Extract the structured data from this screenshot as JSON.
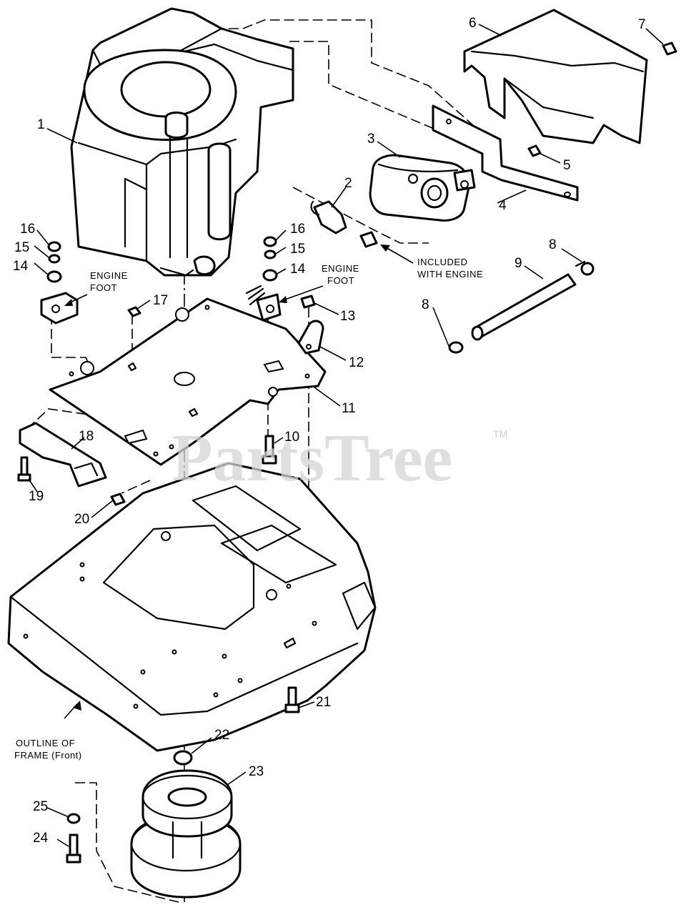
{
  "callouts": [
    {
      "id": "1",
      "label": "1"
    },
    {
      "id": "2",
      "label": "2"
    },
    {
      "id": "3",
      "label": "3"
    },
    {
      "id": "4",
      "label": "4"
    },
    {
      "id": "5",
      "label": "5"
    },
    {
      "id": "6",
      "label": "6"
    },
    {
      "id": "7",
      "label": "7"
    },
    {
      "id": "8a",
      "label": "8"
    },
    {
      "id": "8b",
      "label": "8"
    },
    {
      "id": "9",
      "label": "9"
    },
    {
      "id": "10",
      "label": "10"
    },
    {
      "id": "11",
      "label": "11"
    },
    {
      "id": "12",
      "label": "12"
    },
    {
      "id": "13",
      "label": "13"
    },
    {
      "id": "14a",
      "label": "14"
    },
    {
      "id": "14b",
      "label": "14"
    },
    {
      "id": "15a",
      "label": "15"
    },
    {
      "id": "15b",
      "label": "15"
    },
    {
      "id": "16a",
      "label": "16"
    },
    {
      "id": "16b",
      "label": "16"
    },
    {
      "id": "17",
      "label": "17"
    },
    {
      "id": "18",
      "label": "18"
    },
    {
      "id": "19",
      "label": "19"
    },
    {
      "id": "20",
      "label": "20"
    },
    {
      "id": "21",
      "label": "21"
    },
    {
      "id": "22",
      "label": "22"
    },
    {
      "id": "23",
      "label": "23"
    },
    {
      "id": "24",
      "label": "24"
    },
    {
      "id": "25",
      "label": "25"
    }
  ],
  "notes": {
    "engine_foot_left": [
      "ENGINE",
      "FOOT"
    ],
    "engine_foot_right": [
      "ENGINE",
      "FOOT"
    ],
    "included_with_engine": [
      "INCLUDED",
      "WITH ENGINE"
    ],
    "frame_outline": [
      "OUTLINE OF",
      "FRAME (Front)"
    ]
  },
  "watermark": {
    "text": "PartsTree",
    "tm": "TM"
  }
}
